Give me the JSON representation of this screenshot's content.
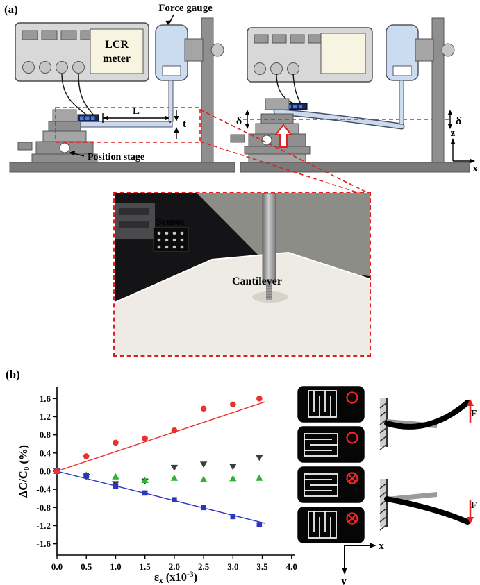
{
  "figure": {
    "panel_a_label": "(a)",
    "panel_b_label": "(b)"
  },
  "panel_a": {
    "lcr_meter_line1": "LCR",
    "lcr_meter_line2": "meter",
    "force_gauge_label": "Force gauge",
    "position_stage_label": "Position stage",
    "length_label": "L",
    "thickness_label": "t",
    "delta_left": "δ",
    "delta_right": "δ",
    "axis_z": "z",
    "axis_x": "x",
    "accent_red": "#e02020",
    "photo": {
      "sensor_label": "Sensor",
      "cantilever_label": "Cantilever",
      "sensor_label_color": "#ffff00",
      "cantilever_label_color": "#ffffff"
    }
  },
  "panel_b": {
    "mini_axis_x": "x",
    "mini_axis_y": "y",
    "force_label_top": "F",
    "force_label_bottom": "F"
  },
  "chart_data": {
    "type": "scatter",
    "title": "",
    "xlabel": "ex (x10^-3)",
    "ylabel": "dC/C0 (%)",
    "xlabel_parts": {
      "p1": "ε",
      "sub": "x",
      "p2": " (x10",
      "sup": "-3",
      "p3": ")"
    },
    "ylabel_parts": {
      "p1": "ΔC/C",
      "sub": "0",
      "p2": " (%)"
    },
    "xlim": [
      0,
      4.05
    ],
    "ylim": [
      -1.85,
      1.85
    ],
    "xticks": [
      "0.0",
      "0.5",
      "1.0",
      "1.5",
      "2.0",
      "2.5",
      "3.0",
      "3.5",
      "4.0"
    ],
    "yticks": [
      "-1.6",
      "-1.2",
      "-0.8",
      "-0.4",
      "0.0",
      "0.4",
      "0.8",
      "1.2",
      "1.6"
    ],
    "grid": false,
    "legend_position": "right-outside-icons",
    "series": [
      {
        "name": "black-triangles",
        "marker": "triangle-down",
        "color": "#3d3d3d",
        "x": [
          0,
          0.5,
          1.0,
          1.5,
          2.0,
          2.5,
          3.0,
          3.45
        ],
        "y": [
          0,
          -0.12,
          -0.28,
          -0.22,
          0.08,
          0.15,
          0.1,
          0.3
        ]
      },
      {
        "name": "green-triangles",
        "marker": "triangle-up",
        "color": "#2db32d",
        "x": [
          0,
          0.5,
          1.0,
          1.5,
          2.0,
          2.5,
          3.0,
          3.45
        ],
        "y": [
          0,
          -0.08,
          -0.12,
          -0.2,
          -0.15,
          -0.18,
          -0.16,
          -0.15
        ]
      },
      {
        "name": "blue-squares",
        "marker": "square",
        "color": "#2a35c0",
        "x": [
          0,
          0.5,
          1.0,
          1.5,
          2.0,
          2.5,
          3.0,
          3.45
        ],
        "y": [
          0,
          -0.1,
          -0.33,
          -0.48,
          -0.63,
          -0.8,
          -1.0,
          -1.18
        ],
        "fit_line": {
          "x": [
            0,
            3.55
          ],
          "y": [
            0,
            -1.15
          ]
        }
      },
      {
        "name": "red-circles",
        "marker": "circle",
        "color": "#e8322e",
        "x": [
          0,
          0.5,
          1.0,
          1.5,
          2.0,
          2.5,
          3.0,
          3.45
        ],
        "y": [
          0,
          0.33,
          0.63,
          0.72,
          0.9,
          1.38,
          1.47,
          1.6
        ],
        "fit_line": {
          "x": [
            0,
            3.55
          ],
          "y": [
            0,
            1.53
          ]
        }
      }
    ],
    "legend_items": [
      {
        "pattern": "vertical",
        "symbol": "open-circle"
      },
      {
        "pattern": "horizontal",
        "symbol": "open-circle"
      },
      {
        "pattern": "horizontal",
        "symbol": "circle-cross"
      },
      {
        "pattern": "vertical",
        "symbol": "circle-cross"
      }
    ]
  }
}
